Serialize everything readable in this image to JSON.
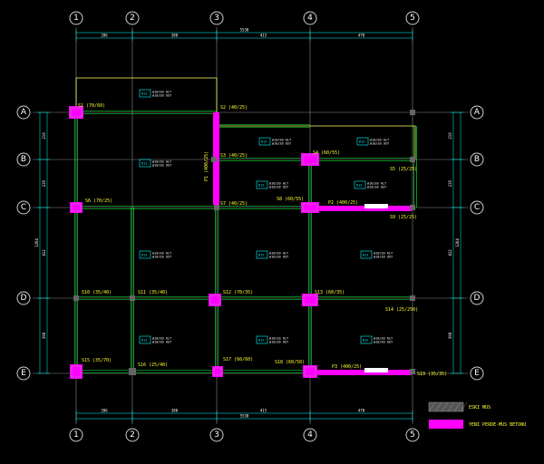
{
  "colors": {
    "background": "#000000",
    "grid_line": "#8a8a8a",
    "beam": "#00ff33",
    "shear_wall": "#ff00ff",
    "column_fill": "#ff00ff",
    "dimension": "#00ffff",
    "outline": "#ffff66",
    "text_label": "#ffff33",
    "text_note": "#ffffff"
  },
  "grids": {
    "columns": [
      "1",
      "2",
      "3",
      "4",
      "5"
    ],
    "rows": [
      "A",
      "B",
      "C",
      "D",
      "E"
    ]
  },
  "dimensions": {
    "top_total": "5530",
    "bottom_total": "5530",
    "top_spans": [
      "286",
      "388",
      "415",
      "470"
    ],
    "bottom_spans": [
      "286",
      "388",
      "415",
      "470"
    ],
    "left_spans": [
      "219",
      "235",
      "412",
      "398"
    ],
    "right_spans": [
      "219",
      "235",
      "412",
      "398"
    ],
    "left_total": "1264",
    "right_total": "1264"
  },
  "column_labels": [
    {
      "text": "S1 (70/60)"
    },
    {
      "text": "S2 (40/25)"
    },
    {
      "text": "S3 (40/25)"
    },
    {
      "text": "S4 (60/55)"
    },
    {
      "text": "S5 (25/25)"
    },
    {
      "text": "S6 (70/25)"
    },
    {
      "text": "S7 (40/25)"
    },
    {
      "text": "S8 (60/55)"
    },
    {
      "text": "S9 (25/25)"
    },
    {
      "text": "S10 (35/40)"
    },
    {
      "text": "S11 (35/40)"
    },
    {
      "text": "S12 (70/35)"
    },
    {
      "text": "S13 (60/35)"
    },
    {
      "text": "S14 (25/250)"
    },
    {
      "text": "S15 (35/70)"
    },
    {
      "text": "S16 (25/40)"
    },
    {
      "text": "S17 (60/60)"
    },
    {
      "text": "S18 (60/50)"
    },
    {
      "text": "S19 (35/35)"
    }
  ],
  "wall_labels": [
    {
      "text": "P1 (400/25)"
    },
    {
      "text": "P2 (400/25)"
    },
    {
      "text": "P3 (400/25)"
    }
  ],
  "slab_notes": {
    "tag": "D12",
    "line1": "ø10/20 ALT",
    "line2": "ø10/20 UST"
  },
  "legend": {
    "items": [
      {
        "label": "ESKI MUS"
      },
      {
        "label": "YENI PERDE-MUS BETONU"
      }
    ]
  }
}
